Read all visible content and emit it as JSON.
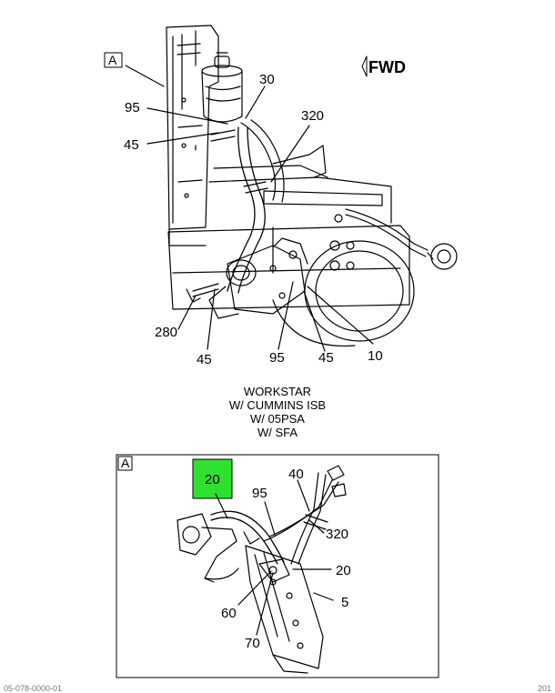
{
  "upper_view": {
    "view_marker": "A",
    "direction": "FWD",
    "callouts": {
      "c30": "30",
      "c95_top": "95",
      "c320": "320",
      "c45_left": "45",
      "c280": "280",
      "c45_bottom": "45",
      "c95_bottom": "95",
      "c45_right": "45",
      "c10": "10"
    },
    "caption_lines": [
      "WORKSTAR",
      "W/ CUMMINS ISB",
      "W/ 05PSA",
      "W/ SFA"
    ]
  },
  "detail_view": {
    "box_label": "A",
    "highlight_color": "#2ee12e",
    "callouts": {
      "highlighted": "20",
      "c95": "95",
      "c40": "40",
      "c320": "320",
      "c20": "20",
      "c60": "60",
      "c5": "5",
      "c70": "70"
    }
  },
  "footer": {
    "left": "05-078-0000-01",
    "right": "201"
  }
}
